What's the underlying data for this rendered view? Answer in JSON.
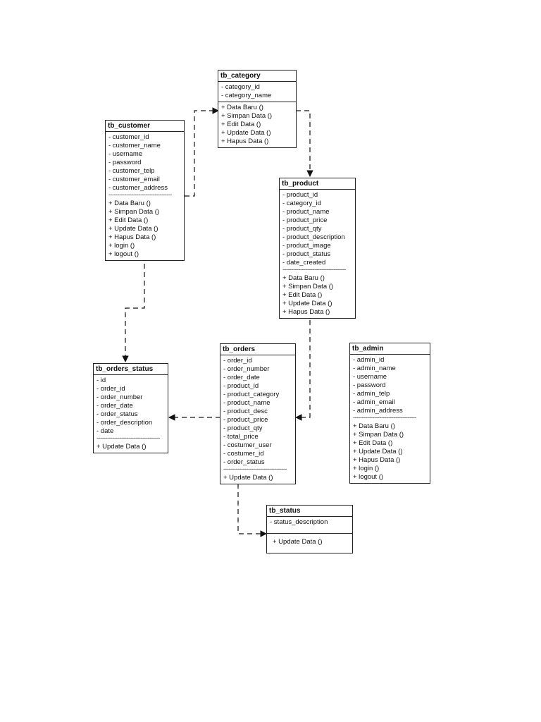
{
  "classes": {
    "tb_category": {
      "title": "tb_category",
      "attributes": [
        "- category_id",
        "- category_name"
      ],
      "methods": [
        "+ Data Baru ()",
        "+ Simpan Data ()",
        "+ Edit Data ()",
        "+ Update Data ()",
        "+ Hapus Data ()"
      ]
    },
    "tb_customer": {
      "title": "tb_customer",
      "attributes": [
        "- customer_id",
        "- customer_name",
        "- username",
        "- password",
        "- customer_telp",
        "- customer_email",
        "- customer_address"
      ],
      "separator": "------------------------------------",
      "methods": [
        "+ Data Baru ()",
        "+ Simpan Data ()",
        "+ Edit Data ()",
        "+ Update Data ()",
        "+ Hapus Data ()",
        "+ login ()",
        "+ logout ()"
      ]
    },
    "tb_product": {
      "title": "tb_product",
      "attributes": [
        "- product_id",
        "- category_id",
        "- product_name",
        "- product_price",
        "- product_qty",
        "- product_description",
        "- product_image",
        "- product_status",
        "- date_created"
      ],
      "separator": "------------------------------------",
      "methods": [
        "+ Data Baru ()",
        "+ Simpan Data ()",
        "+ Edit Data ()",
        "+ Update Data ()",
        "+ Hapus Data ()"
      ]
    },
    "tb_orders_status": {
      "title": "tb_orders_status",
      "attributes": [
        "- id",
        "- order_id",
        "- order_number",
        "- order_date",
        "- order_status",
        "- order_description",
        "- date"
      ],
      "separator": "------------------------------------",
      "methods": [
        "+ Update Data ()"
      ]
    },
    "tb_orders": {
      "title": "tb_orders",
      "attributes": [
        "- order_id",
        "- order_number",
        "- order_date",
        "- product_id",
        "- product_category",
        "- product_name",
        "- product_desc",
        "- product_price",
        "- product_qty",
        "- total_price",
        "- costumer_user",
        "- costumer_id",
        "- order_status"
      ],
      "separator": "------------------------------------",
      "methods": [
        "+ Update Data ()"
      ]
    },
    "tb_admin": {
      "title": "tb_admin",
      "attributes": [
        "- admin_id",
        "- admin_name",
        "- username",
        "- password",
        "- admin_telp",
        "- admin_email",
        "- admin_address"
      ],
      "separator": "------------------------------------",
      "methods": [
        "+ Data Baru ()",
        "+ Simpan Data ()",
        "+ Edit Data ()",
        "+ Update Data ()",
        "+ Hapus Data ()",
        "+ login ()",
        "+ logout ()"
      ]
    },
    "tb_status": {
      "title": "tb_status",
      "attributes": [
        "- status_description"
      ],
      "methods": [
        "+ Update Data ()"
      ]
    }
  },
  "relations": [
    {
      "from": "tb_customer",
      "to": "tb_category"
    },
    {
      "from": "tb_category",
      "to": "tb_product"
    },
    {
      "from": "tb_customer",
      "to": "tb_orders_status"
    },
    {
      "from": "tb_product",
      "to": "tb_orders"
    },
    {
      "from": "tb_orders",
      "to": "tb_orders_status"
    },
    {
      "from": "tb_orders",
      "to": "tb_status"
    }
  ],
  "colors": {
    "line": "#111111",
    "border": "#222222",
    "background": "#ffffff"
  }
}
